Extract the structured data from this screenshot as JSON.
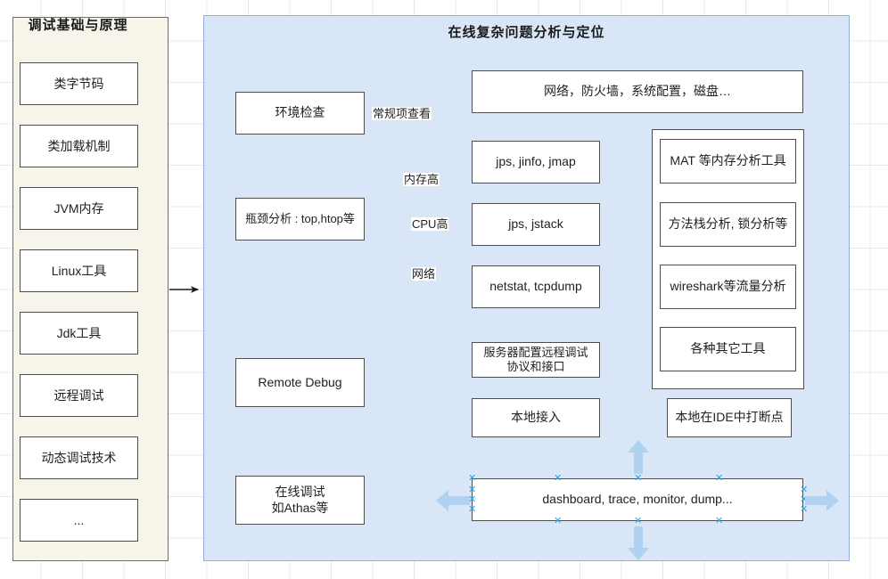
{
  "sidebar": {
    "title": "调试基础与原理",
    "items": [
      {
        "label": "类字节码"
      },
      {
        "label": "类加载机制"
      },
      {
        "label": "JVM内存"
      },
      {
        "label": "Linux工具"
      },
      {
        "label": "Jdk工具"
      },
      {
        "label": "远程调试"
      },
      {
        "label": "动态调试技术"
      },
      {
        "label": "..."
      }
    ]
  },
  "panel": {
    "title": "在线复杂问题分析与定位"
  },
  "nodes": {
    "env_check": "环境检查",
    "bottleneck": "瓶颈分析 : top,htop等",
    "remote_debug": "Remote Debug",
    "online_debug_l1": "在线调试",
    "online_debug_l2": "如Athas等",
    "net_fw": "网络，防火墙，系统配置，磁盘…",
    "jps_jinfo_jmap": "jps, jinfo, jmap",
    "jps_jstack": "jps, jstack",
    "netstat_tcpdump": "netstat, tcpdump",
    "server_cfg_l1": "服务器配置远程调试",
    "server_cfg_l2": "协议和接口",
    "local_access": "本地接入",
    "local_ide_bp": "本地在IDE中打断点",
    "mat": "MAT 等内存分析工具",
    "stack_lock": "方法栈分析, 锁分析等",
    "wireshark": "wireshark等流量分析",
    "other_tools": "各种其它工具",
    "dashboard": "dashboard, trace, monitor, dump..."
  },
  "edge_labels": {
    "routine_check": "常规项查看",
    "mem_high": "内存高",
    "cpu_high": "CPU高",
    "network": "网络"
  },
  "colors": {
    "sidebar_bg": "#f7f4ea",
    "panel_bg": "#d9e6f7",
    "panel_border": "#8fb0d8",
    "node_border": "#4d4d4d",
    "handle": "#29a6e8",
    "grid": "#e8e8e8"
  }
}
